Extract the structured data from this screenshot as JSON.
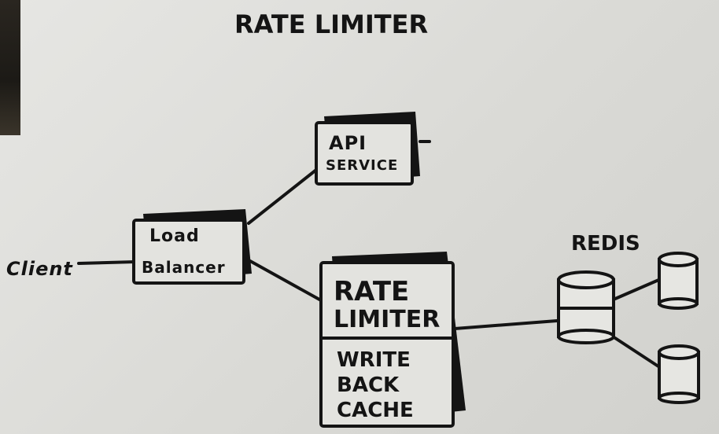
{
  "title": "RATE LIMITER",
  "nodes": {
    "client": "Client",
    "load_balancer": [
      "Load",
      "Balancer"
    ],
    "api_service": [
      "API",
      "SERVICE"
    ],
    "rate_limiter": [
      "RATE",
      "LIMITER"
    ],
    "write_back_cache": [
      "WRITE",
      "BACK",
      "CACHE"
    ],
    "redis_label": "REDIS"
  },
  "colors": {
    "board": "#dcdcda",
    "marker": "#141414"
  }
}
